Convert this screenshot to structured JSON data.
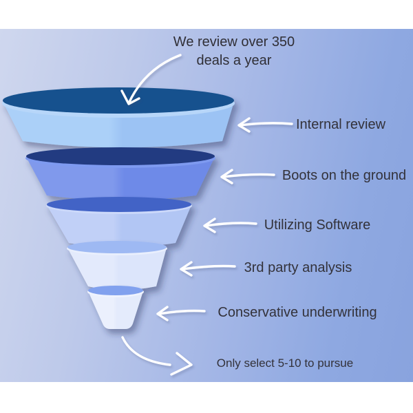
{
  "title": {
    "line1": "We review over 350",
    "line2": "deals a year"
  },
  "funnel": {
    "stages": [
      {
        "label": "Internal review",
        "top_color": "#15518e",
        "rim_color": "#b7d6f9",
        "side_left": "#abd0f8",
        "side_right": "#9cc3f4"
      },
      {
        "label": "Boots on the ground",
        "top_color": "#243b81",
        "rim_color": "#7e9af0",
        "side_left": "#8099ec",
        "side_right": "#6e8ae8"
      },
      {
        "label": "Utilizing Software",
        "top_color": "#4263c6",
        "rim_color": "#ccd9fa",
        "side_left": "#c1d0f7",
        "side_right": "#b2c6f4"
      },
      {
        "label": "3rd party analysis",
        "top_color": "#9eb9f3",
        "rim_color": "#e9effd",
        "side_left": "#e3eafc",
        "side_right": "#dce5fb"
      },
      {
        "label": "Conservative underwriting",
        "top_color": "#81a1ee",
        "rim_color": "#eff3fe",
        "side_left": "#ebf0fd",
        "side_right": "#e4ebfc"
      }
    ]
  },
  "footer": {
    "text": "Only select 5-10 to pursue"
  },
  "colors": {
    "background_left": "#cfd7ee",
    "background_right": "#89a3de",
    "text": "#33323a",
    "arrow": "#ffffff"
  }
}
